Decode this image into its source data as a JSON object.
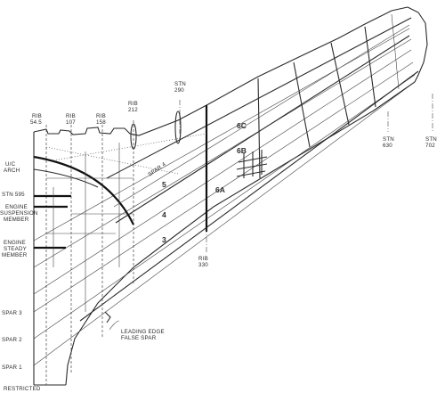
{
  "ribs": {
    "rib_545": [
      "RIB",
      "54.5"
    ],
    "rib_107": [
      "RIB",
      "107"
    ],
    "rib_158": [
      "RIB",
      "158"
    ],
    "rib_212": [
      "RIB",
      "212"
    ],
    "rib_330": [
      "RIB",
      "330"
    ]
  },
  "stations": {
    "stn_290": [
      "STN",
      "290"
    ],
    "stn_630": [
      "STN",
      "630"
    ],
    "stn_702": [
      "STN",
      "702"
    ],
    "stn_595": "STN 595"
  },
  "members": {
    "uc_arch": [
      "U/C",
      "ARCH"
    ],
    "engine_suspension": [
      "ENGINE",
      "SUSPENSION",
      "MEMBER"
    ],
    "engine_steady": [
      "ENGINE",
      "STEADY",
      "MEMBER"
    ]
  },
  "spars": {
    "spar_3": "SPAR 3",
    "spar_2": "SPAR 2",
    "spar_1": "SPAR 1",
    "spar_4": "SPAR 4",
    "leading_edge": [
      "LEADING EDGE",
      "FALSE SPAR"
    ]
  },
  "tanks": {
    "t3": "3",
    "t4": "4",
    "t5": "5",
    "t6a": "6A",
    "t6b": "6B",
    "t6c": "6C"
  },
  "footer": "RESTRICTED"
}
